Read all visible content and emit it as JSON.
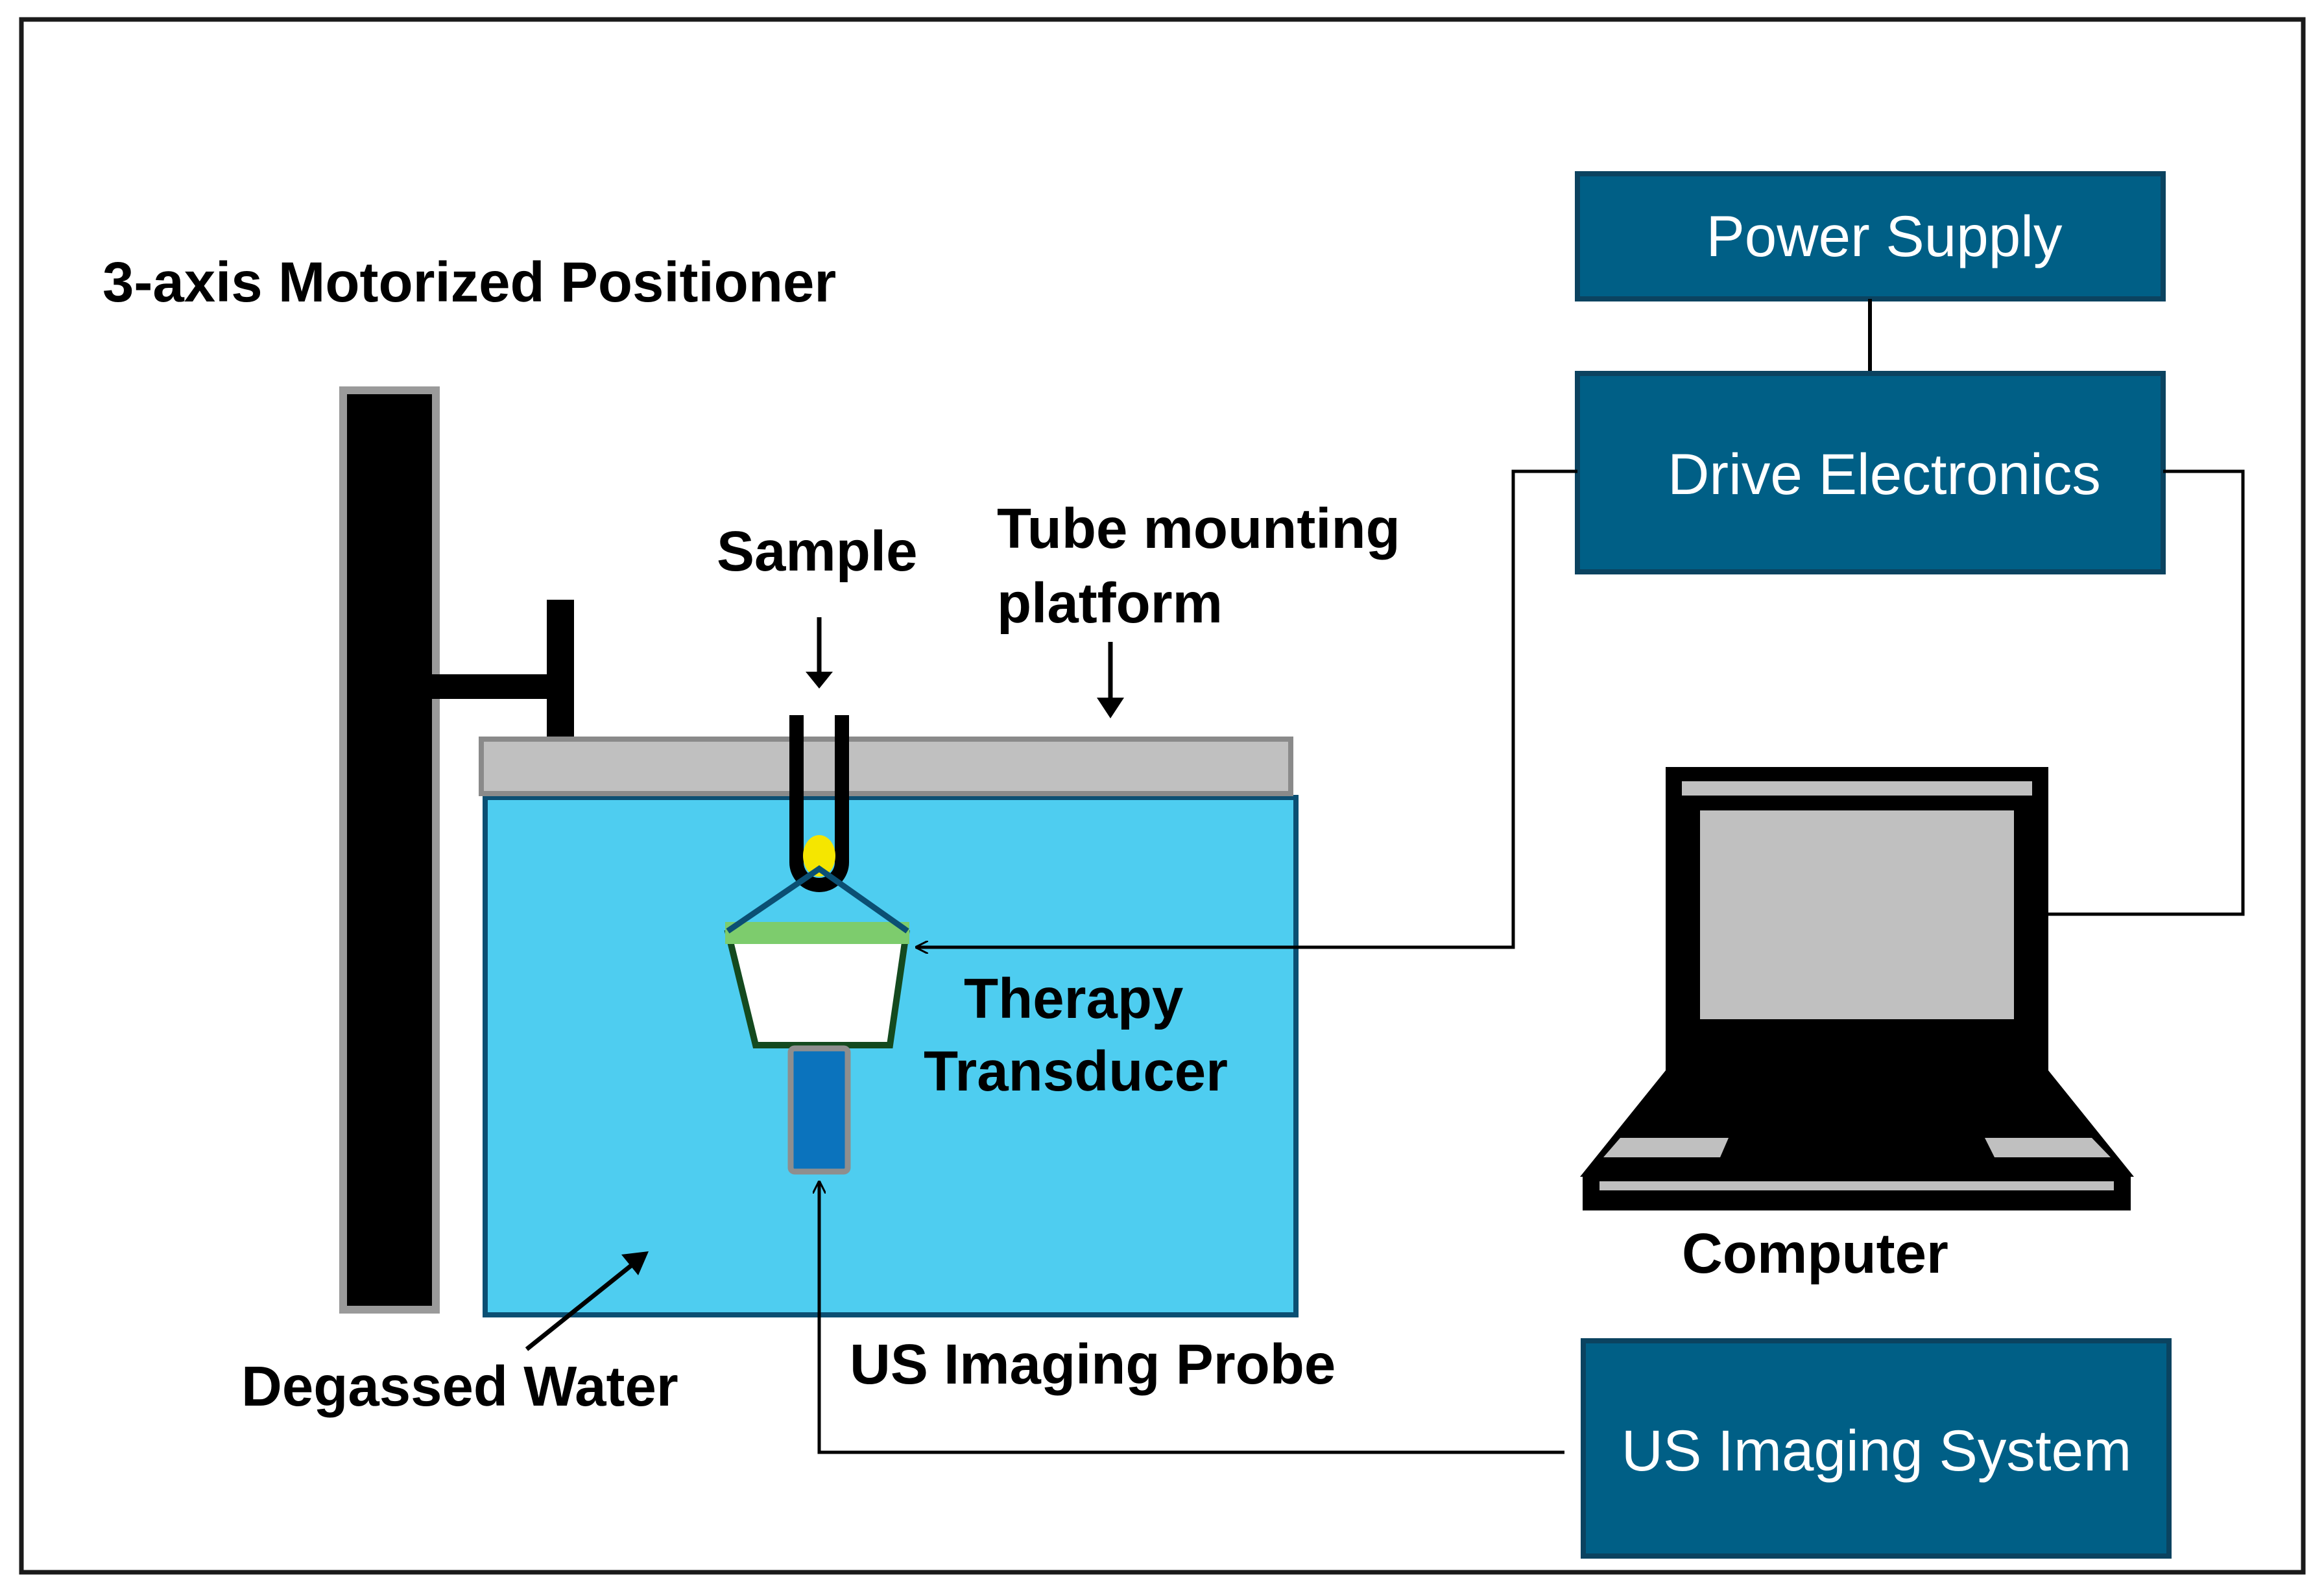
{
  "labels": {
    "positioner": "3-axis Motorized Positioner",
    "sample": "Sample",
    "platform_line1": "Tube mounting",
    "platform_line2": "platform",
    "transducer_line1": "Therapy",
    "transducer_line2": "Transducer",
    "water": "Degassed Water",
    "probe": "US Imaging Probe",
    "computer": "Computer"
  },
  "boxes": {
    "power_supply": "Power Supply",
    "drive_electronics": "Drive Electronics",
    "us_imaging_system": "US Imaging System"
  },
  "colors": {
    "frame": "#1a1a1a",
    "water": "#4ecdf0",
    "water_border": "#0b4f73",
    "box_fill": "#005f86",
    "box_border": "#0b4360",
    "platform": "#c0c0c0",
    "platform_border": "#8a8a8a",
    "positioner": "#000000",
    "positioner_border": "#9a9a9a",
    "transducer_rim": "#7dcc6d",
    "transducer_body": "#ffffff",
    "transducer_border": "#144a1f",
    "probe": "#0b73bd",
    "probe_border": "#8e8e8e",
    "sample": "#f5e600",
    "screen": "#c0c0c0",
    "laptop": "#000000"
  }
}
